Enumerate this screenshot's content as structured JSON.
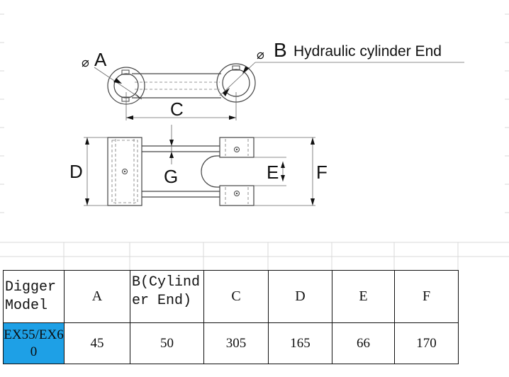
{
  "diagram": {
    "labels": {
      "a": "A",
      "b": "B",
      "b_caption": "Hydraulic cylinder End",
      "c": "C",
      "d": "D",
      "e": "E",
      "f": "F",
      "g": "G",
      "diameter_symbol": "⌀"
    }
  },
  "table": {
    "headers": [
      "Digger Model",
      "A",
      "B(Cylinder End)",
      "C",
      "D",
      "E",
      "F"
    ],
    "rows": [
      [
        "EX55/EX60",
        "45",
        "50",
        "305",
        "165",
        "66",
        "170"
      ]
    ]
  },
  "colors": {
    "model_cell_background": "#1ea0e6",
    "line": "#444444"
  }
}
